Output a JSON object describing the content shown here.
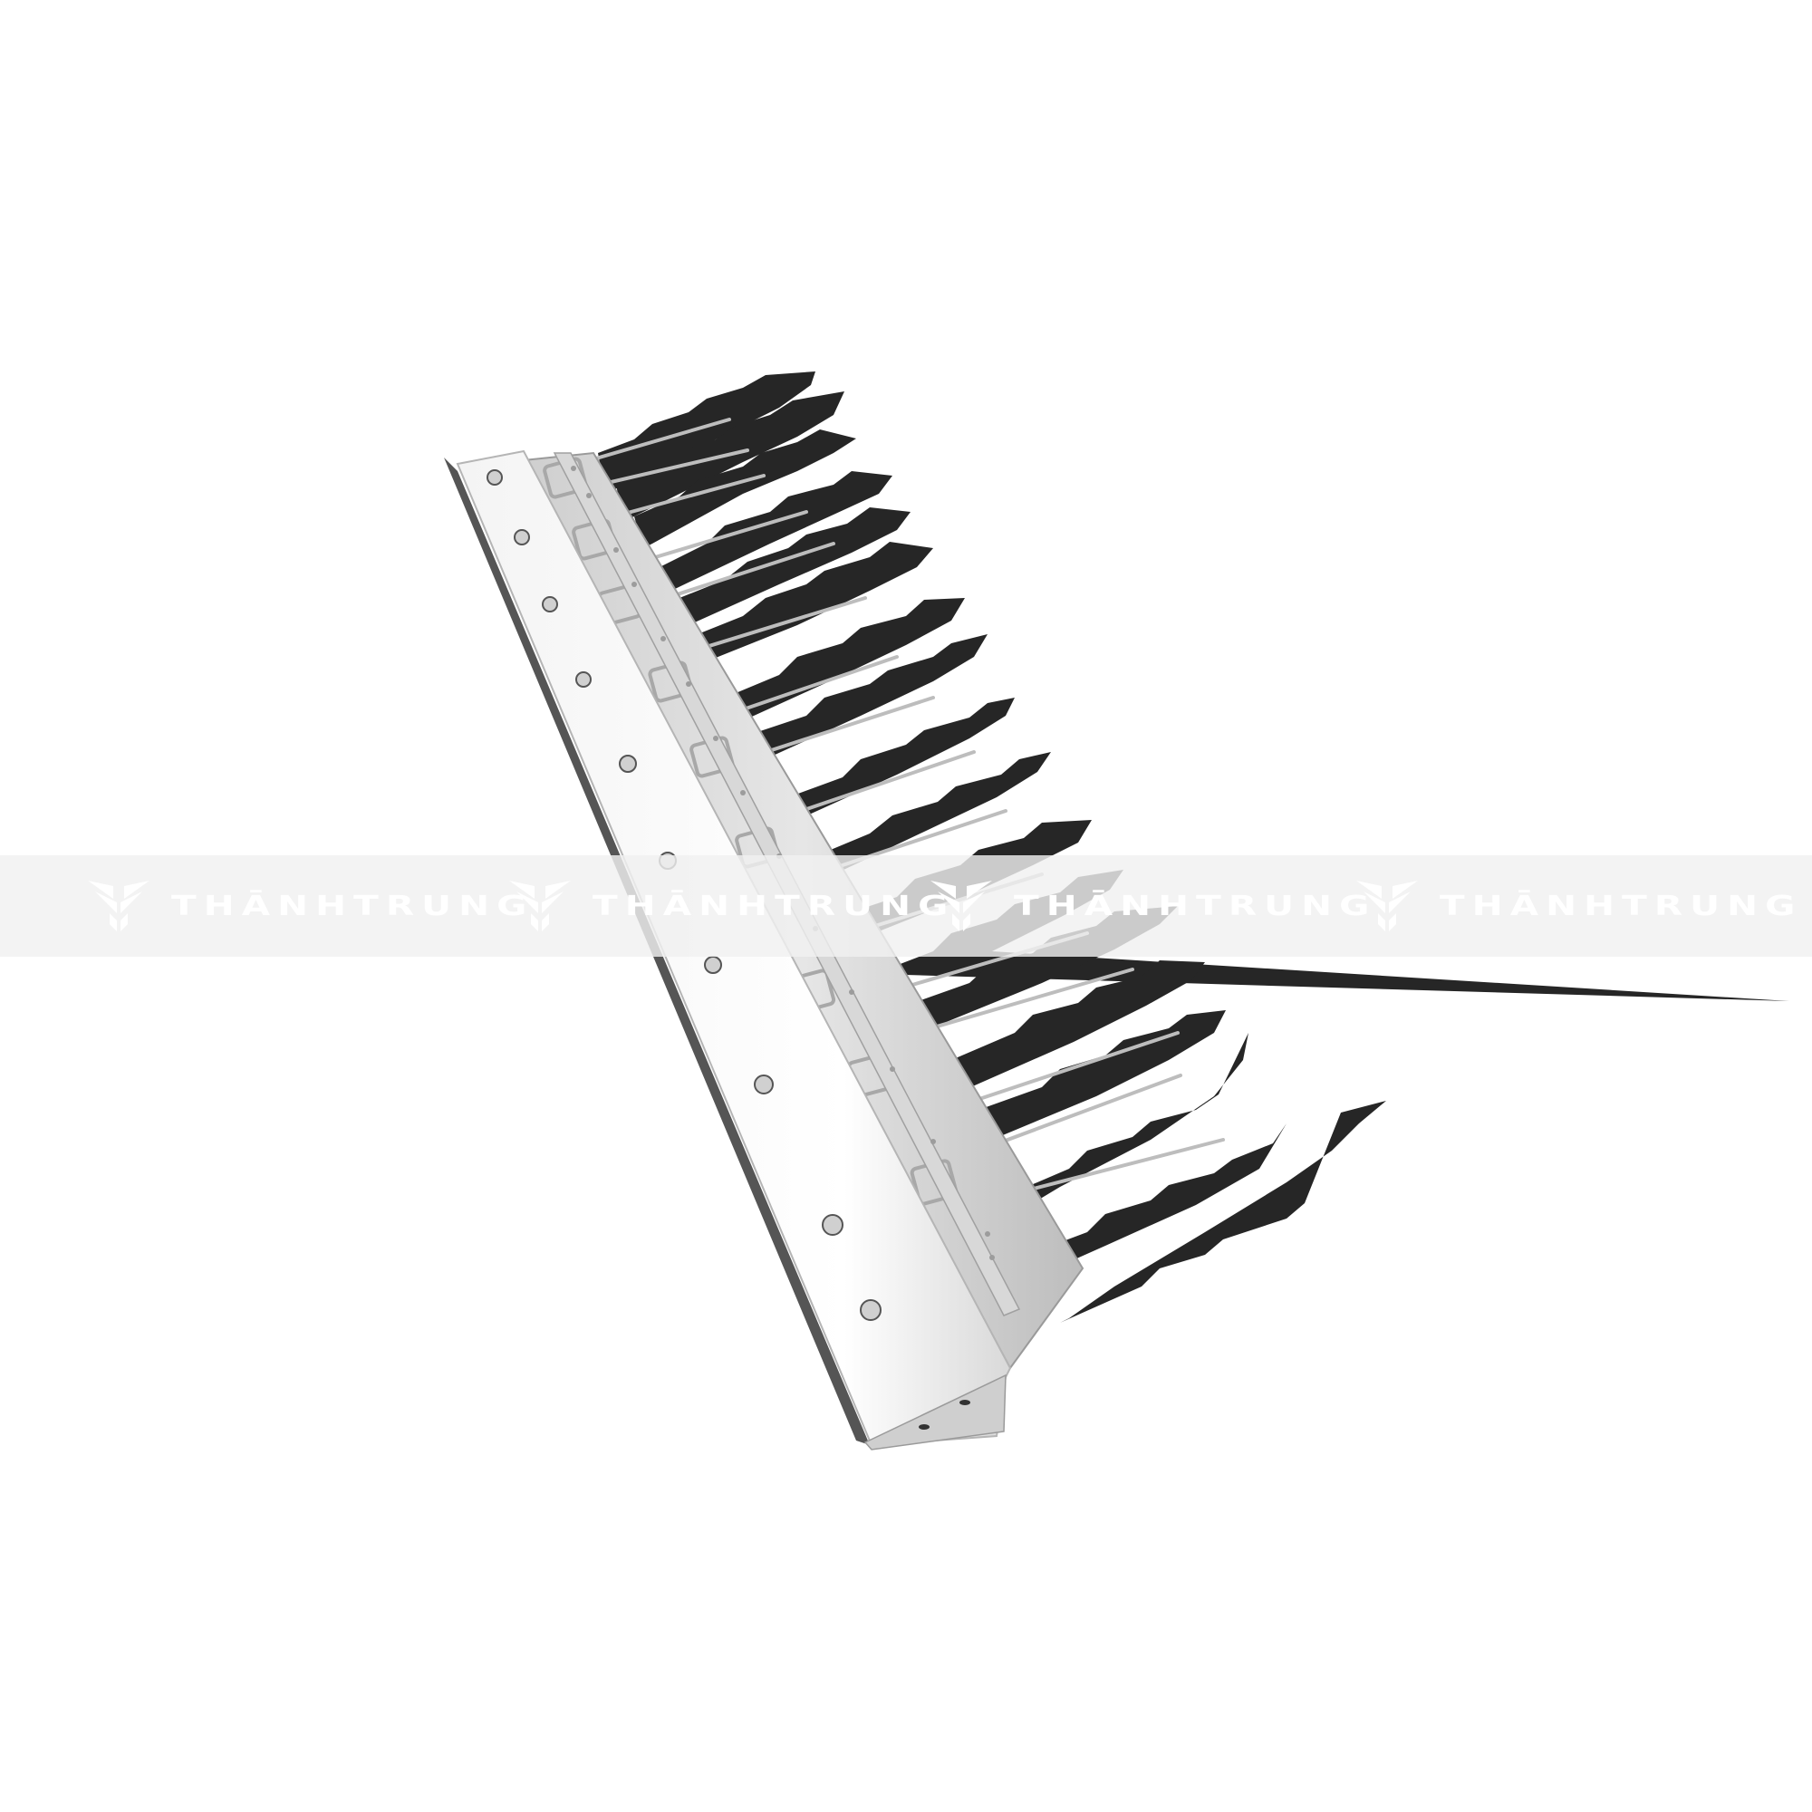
{
  "image": {
    "subject": "stainless steel rake comb with serrated dark blades",
    "background_color": "#ffffff",
    "steel_color": "#e9e9e9",
    "steel_shadow_color": "#8c8c8c",
    "blade_color": "#262626",
    "wire_color": "#c8c8c8"
  },
  "watermark": {
    "text": "THĀNHTRUNG",
    "band_color": "#f2f2f2",
    "text_color": "#ffffff",
    "repeats": 4,
    "positions_x": [
      95,
      560,
      1025,
      1495
    ]
  }
}
